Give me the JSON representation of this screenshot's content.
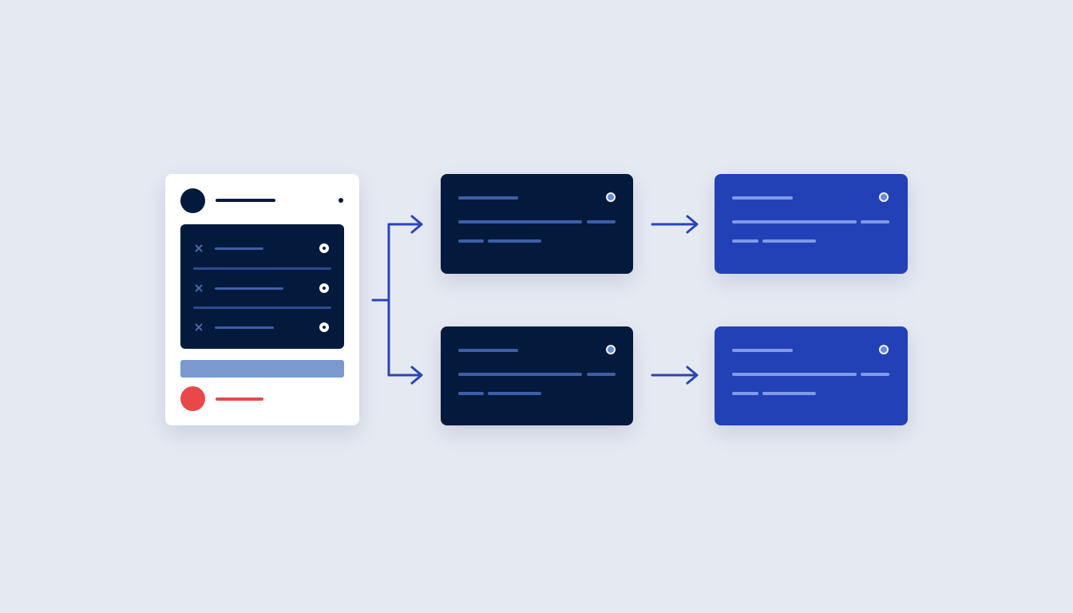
{
  "colors": {
    "background": "#e5e9f2",
    "source_card": "#ffffff",
    "navy": "#031a3d",
    "blue": "#2341b6",
    "accent_red": "#e84848",
    "bar": "#7a9acf",
    "connector": "#2b45b5",
    "line_on_navy": "#3f5ea8",
    "line_on_blue": "#7f9be6"
  },
  "source_card": {
    "avatar_icon": "avatar-circle",
    "menu_icon": "dot-menu-icon",
    "list_rows": [
      {
        "icon": "close-icon",
        "control": "toggle-icon"
      },
      {
        "icon": "close-icon",
        "control": "toggle-icon"
      },
      {
        "icon": "close-icon",
        "control": "toggle-icon"
      }
    ],
    "footer_icon": "red-circle-icon"
  },
  "diagram": {
    "nodes": [
      {
        "id": "stage-1-top",
        "style": "navy"
      },
      {
        "id": "stage-2-top",
        "style": "blue"
      },
      {
        "id": "stage-1-bottom",
        "style": "navy"
      },
      {
        "id": "stage-2-bottom",
        "style": "blue"
      }
    ],
    "edges": [
      {
        "from": "source-card",
        "to": "stage-1-top"
      },
      {
        "from": "source-card",
        "to": "stage-1-bottom"
      },
      {
        "from": "stage-1-top",
        "to": "stage-2-top"
      },
      {
        "from": "stage-1-bottom",
        "to": "stage-2-bottom"
      }
    ]
  }
}
